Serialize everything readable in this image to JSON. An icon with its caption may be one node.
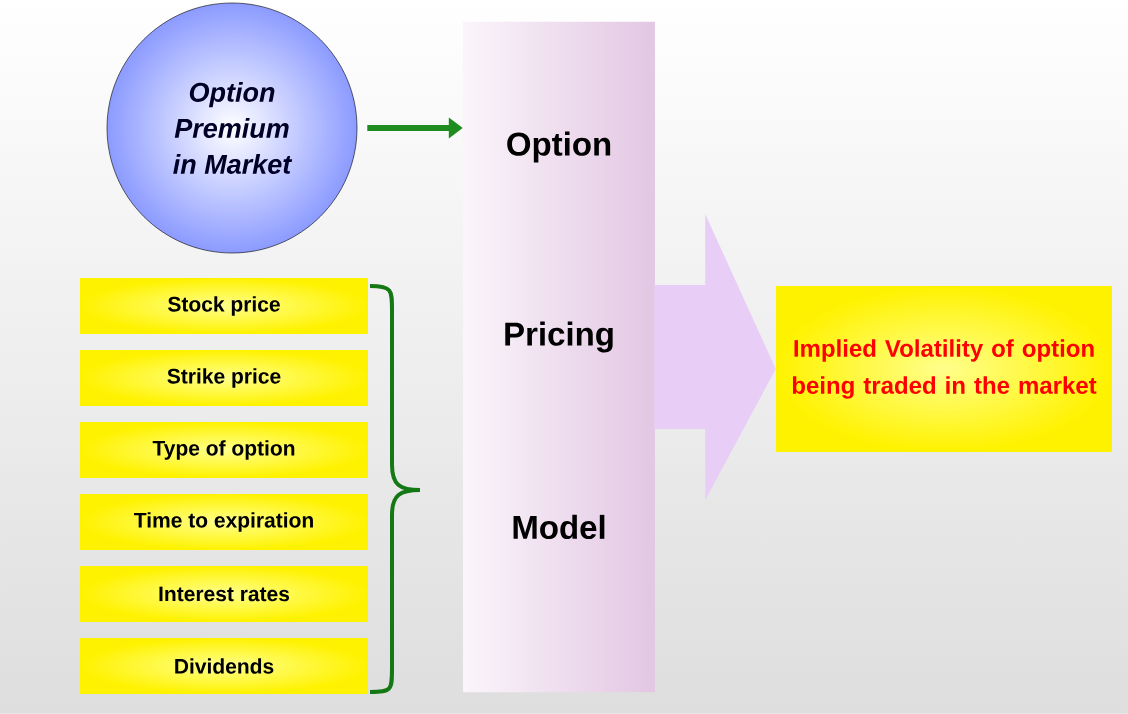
{
  "diagram": {
    "nodes": [
      {
        "text": [
          "Option Premium in Market"
        ]
      },
      {
        "text": [
          "Option",
          "Pricing",
          "Model"
        ]
      },
      {
        "text": [
          "Stock price"
        ]
      },
      {
        "text": [
          "Strike price"
        ]
      },
      {
        "text": [
          "Type of option"
        ]
      },
      {
        "text": [
          "Time to expiration"
        ]
      },
      {
        "text": [
          "Interest rates"
        ]
      },
      {
        "text": [
          "Dividends"
        ]
      },
      {
        "text": [
          "Implied Volatility of option being traded in the market"
        ]
      }
    ],
    "edges": [
      {
        "from": 0,
        "to": 1,
        "arrow": "to",
        "color": "#1e8c1e"
      },
      {
        "from": 1,
        "to": 8,
        "arrow": "to",
        "style": "thick",
        "color": "#e8cdf7"
      }
    ]
  }
}
